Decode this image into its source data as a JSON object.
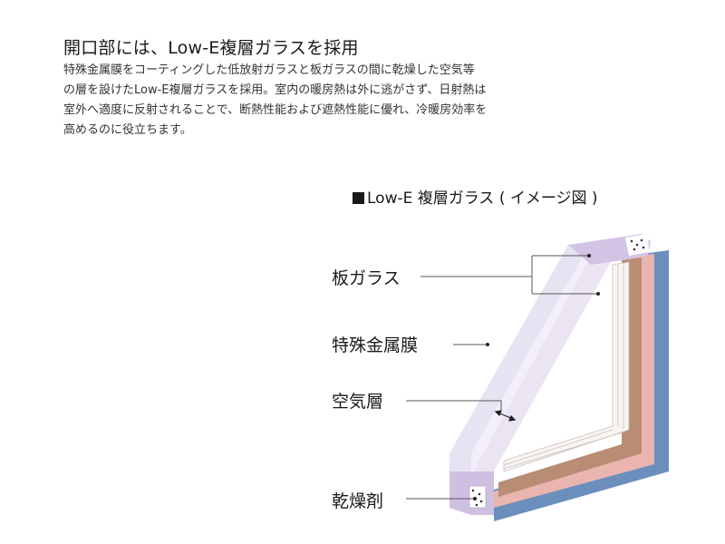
{
  "heading": "開口部には、Low-E複層ガラスを採用",
  "description": [
    "特殊金属膜をコーティングした低放射ガラスと板ガラスの間に乾燥した空気等",
    "の層を設けたLow-E複層ガラスを採用。室内の暖房熱は外に逃がさず、日射熱は",
    "室外へ適度に反射されることで、断熱性能および遮熱性能に優れ、冷暖房効率を",
    "高めるのに役立ちます。"
  ],
  "diagram": {
    "title": "Low-E 複層ガラス ( イメージ図 )",
    "labels": {
      "glass": "板ガラス",
      "metal_film": "特殊金属膜",
      "air_layer": "空気層",
      "desiccant": "乾燥剤"
    },
    "colors": {
      "glass": "#e7e1f1",
      "spacer": "#cfc0e2",
      "frame_blue": "#6b8fbd",
      "frame_pink": "#e9b5ae",
      "frame_brown": "#b88d74"
    }
  }
}
